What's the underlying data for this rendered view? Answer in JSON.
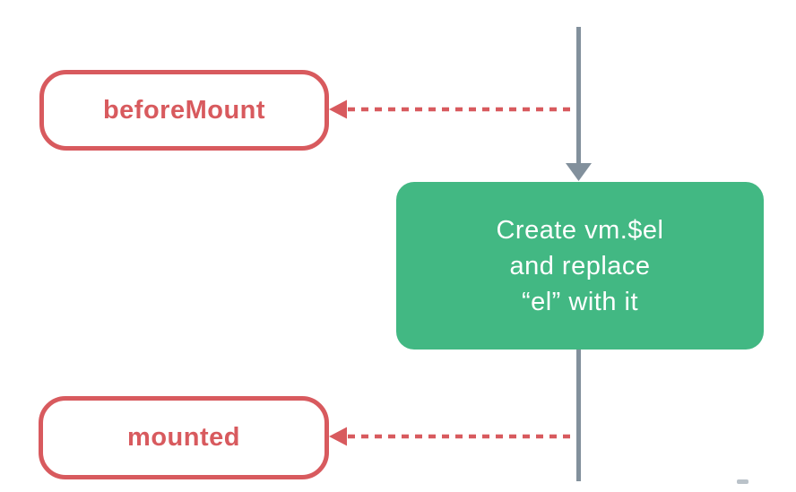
{
  "nodes": {
    "before_mount": {
      "label": "beforeMount"
    },
    "mounted": {
      "label": "mounted"
    },
    "process": {
      "line1": "Create vm.$el",
      "line2": "and replace",
      "line3": "“el” with it"
    }
  },
  "colors": {
    "hook_red": "#d85a5e",
    "process_green": "#42b883",
    "line_gray": "#82909c",
    "background": "#ffffff"
  }
}
